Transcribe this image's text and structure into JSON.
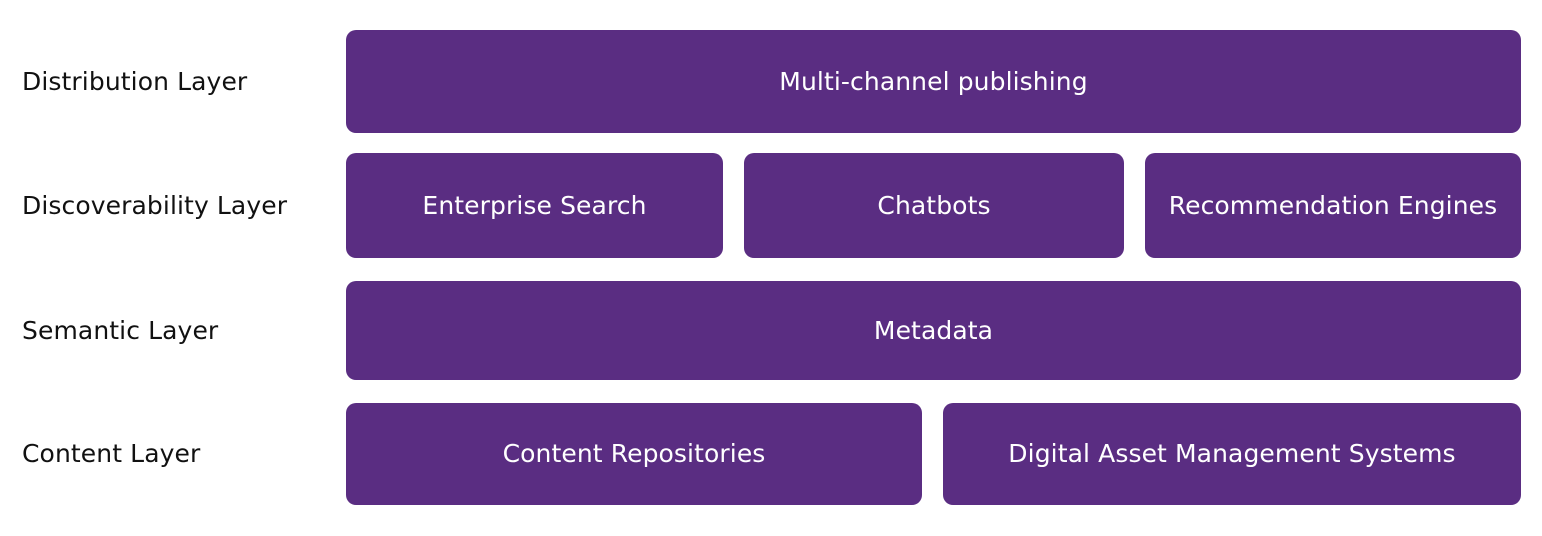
{
  "diagram": {
    "type": "layered-stack",
    "background_color": "#ffffff",
    "box_color": "#5A2D82",
    "box_text_color": "#ffffff",
    "label_text_color": "#111111",
    "rows": [
      {
        "label": "Distribution Layer",
        "boxes": [
          {
            "text": "Multi-channel publishing"
          }
        ]
      },
      {
        "label": "Discoverability Layer",
        "boxes": [
          {
            "text": "Enterprise Search"
          },
          {
            "text": "Chatbots"
          },
          {
            "text": "Recommendation Engines"
          }
        ]
      },
      {
        "label": "Semantic Layer",
        "boxes": [
          {
            "text": "Metadata"
          }
        ]
      },
      {
        "label": "Content Layer",
        "boxes": [
          {
            "text": "Content Repositories"
          },
          {
            "text": "Digital Asset Management Systems"
          }
        ]
      }
    ]
  }
}
